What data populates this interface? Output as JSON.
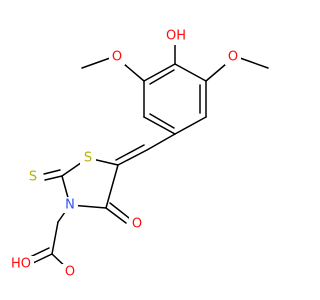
{
  "diagram": {
    "type": "chemical-structure",
    "colors": {
      "bond": "#000000",
      "oxygen": "#ff0d0d",
      "sulfur": "#b3b300",
      "nitrogen": "#3050f8",
      "background": "#ffffff"
    },
    "atom_labels": {
      "hydroxyl_top": "OH",
      "methoxy_left_o": "O",
      "methoxy_right_o": "O",
      "ring_sulfur": "S",
      "thione_sulfur": "S",
      "ring_nitrogen": "N",
      "carbonyl_o": "O",
      "acid_carbonyl_o": "O",
      "acid_hydroxyl": "HO"
    }
  }
}
